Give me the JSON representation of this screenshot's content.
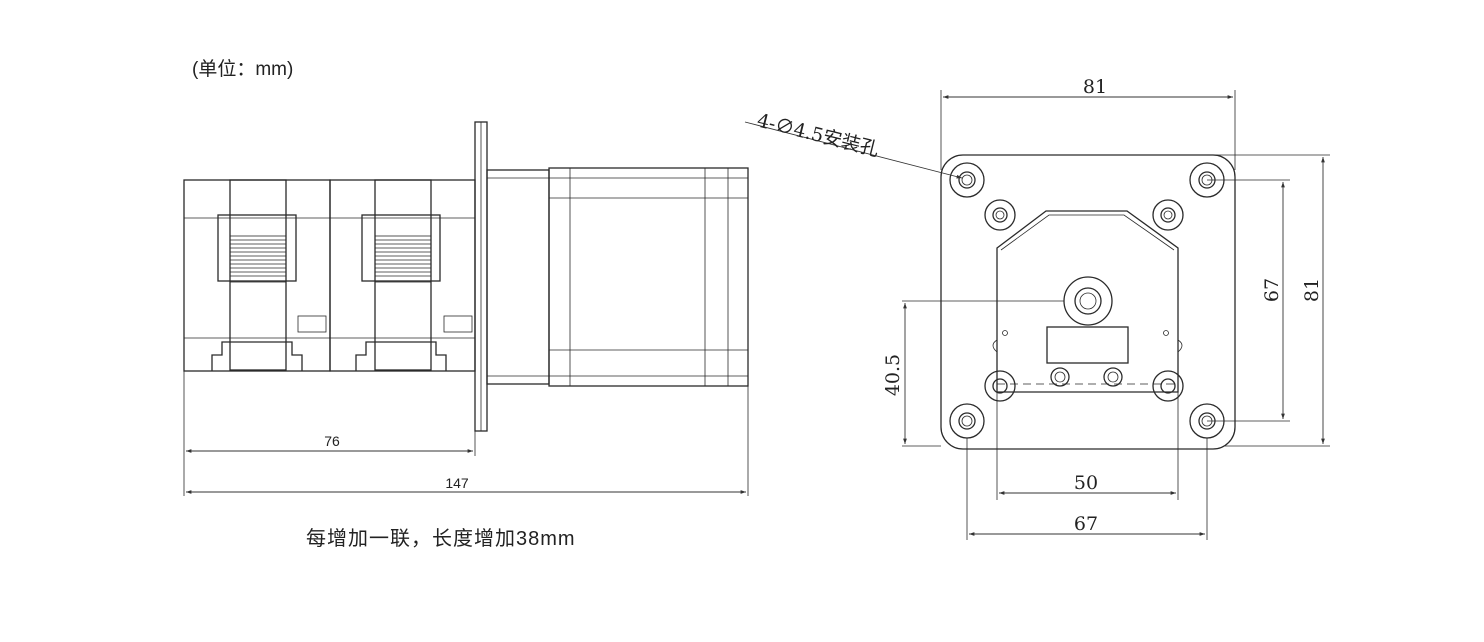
{
  "notes": {
    "unit": "(单位：mm)",
    "increment": "每增加一联，长度增加38mm"
  },
  "side_view": {
    "dim_pump_length": "76",
    "dim_total_length": "147"
  },
  "front_view": {
    "dim_top_width": "81",
    "dim_right_height_outer": "81",
    "dim_right_height_inner": "67",
    "dim_left_height": "40.5",
    "dim_bottom_inner": "50",
    "dim_bottom_outer": "67",
    "hole_callout": "4-∅4.5安装孔"
  }
}
